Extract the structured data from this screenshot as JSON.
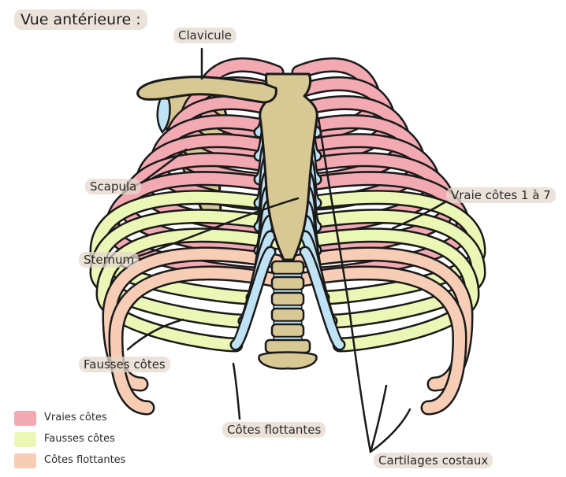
{
  "title": "Vue antérieure :",
  "labels": {
    "clavicule": "Clavicule",
    "scapula": "Scapula",
    "sternum": "Sternum",
    "fausses_cotes": "Fausses côtes",
    "cotes_flottantes": "Côtes flottantes",
    "cartilages_costaux": "Cartilages costaux",
    "vraies_cotes_1_7": "Vraie côtes 1 à 7"
  },
  "legend": [
    {
      "label": "Vraies côtes",
      "color": "#f2a9b2"
    },
    {
      "label": "Fausses côtes",
      "color": "#eaf7b5"
    },
    {
      "label": "Côtes flottantes",
      "color": "#f7cdb5"
    }
  ],
  "colors": {
    "bone": "#d8c994",
    "true_rib": "#f2a9b2",
    "false_rib": "#eaf7b5",
    "floating_rib": "#f7cdb5",
    "cartilage": "#bfe3f5",
    "outline": "#1a1a1a"
  }
}
